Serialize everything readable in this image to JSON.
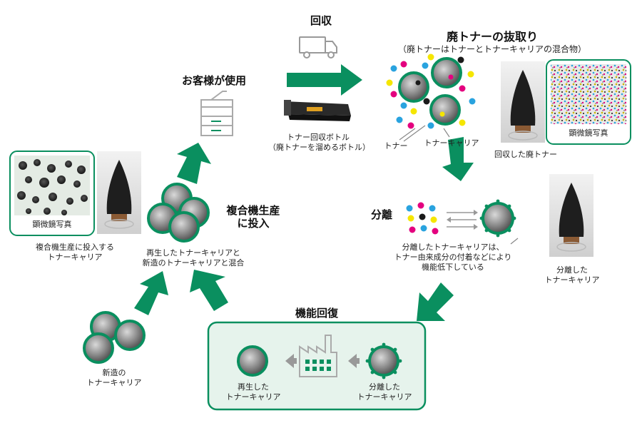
{
  "labels": {
    "recovery": "回収",
    "extraction_title": "廃トナーの抜取り",
    "extraction_sub": "（廃トナーはトナーとトナーキャリアの混合物）",
    "customer_use": "お客様が使用",
    "bottle_line1": "トナー回収ボトル",
    "bottle_line2": "（廃トナーを溜めるボトル）",
    "toner": "トナー",
    "toner_carrier": "トナーキャリア",
    "microscope_photo_right": "顕微鏡写真",
    "recovered_waste_toner": "回収した廃トナー",
    "separation": "分離",
    "separation_note_line1": "分離したトナーキャリアは、",
    "separation_note_line2": "トナー由来成分の付着などにより",
    "separation_note_line3": "機能低下している",
    "separated_carrier_line1": "分離した",
    "separated_carrier_line2": "トナーキャリア",
    "reinput_line1": "複合機生産",
    "reinput_line2": "に投入",
    "microscope_photo_left": "顕微鏡写真",
    "carrier_for_mfp_line1": "複合機生産に投入する",
    "carrier_for_mfp_line2": "トナーキャリア",
    "mix_line1": "再生したトナーキャリアと",
    "mix_line2": "新造のトナーキャリアと混合",
    "function_recovery": "機能回復",
    "regenerated_line1": "再生した",
    "regenerated_line2": "トナーキャリア",
    "separated_in_box_line1": "分離した",
    "separated_in_box_line2": "トナーキャリア",
    "new_carrier_line1": "新造の",
    "new_carrier_line2": "トナーキャリア"
  },
  "colors": {
    "accent_green": "#0a8f5f",
    "box_fill": "#e6f3ec",
    "toner_cyan": "#29a3df",
    "toner_magenta": "#e4007f",
    "toner_yellow": "#f5e600",
    "toner_black": "#1a1a1a"
  },
  "icons": {
    "truck": "truck-icon",
    "printer": "multifunction-printer-icon",
    "factory": "factory-icon",
    "bottle": "toner-bottle-icon"
  }
}
